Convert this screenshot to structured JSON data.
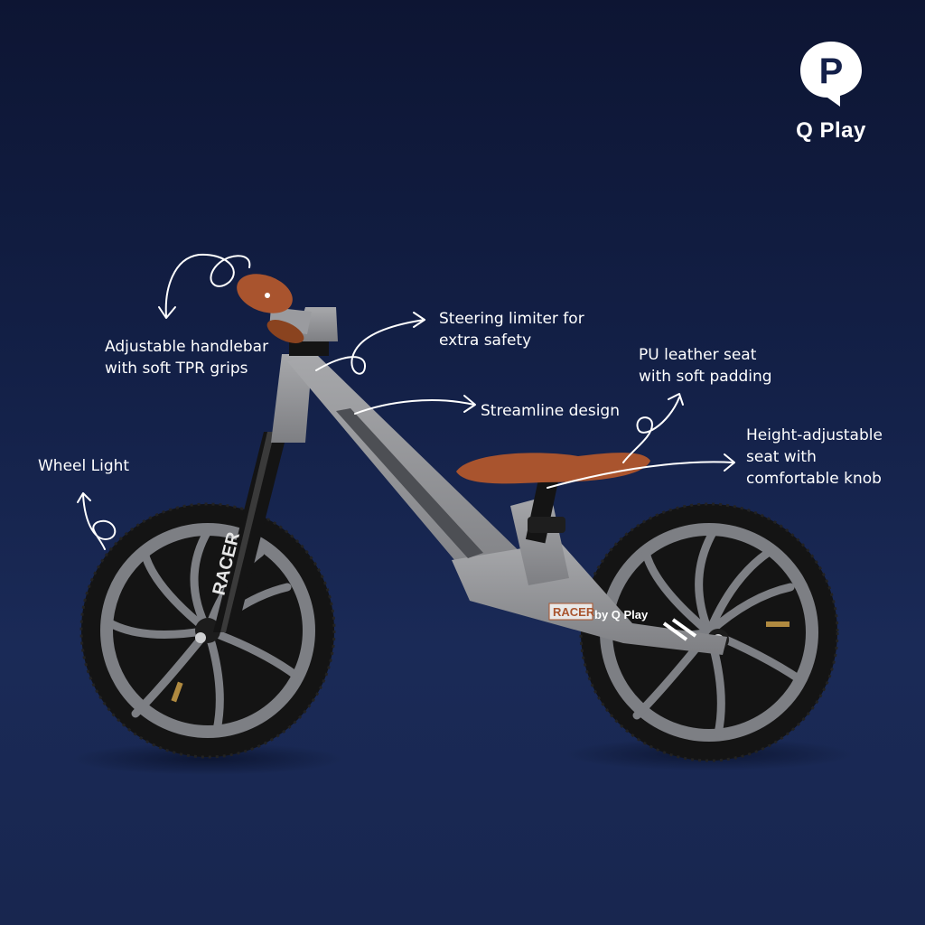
{
  "brand": {
    "logo_letter": "P",
    "name": "Q Play"
  },
  "features": {
    "handlebar": "Adjustable handlebar\nwith soft TPR grips",
    "steering": "Steering limiter for\nextra safety",
    "streamline": "Streamline design",
    "seat_leather": "PU leather seat\nwith soft padding",
    "seat_height": "Height-adjustable\nseat with\ncomfortable knob",
    "wheel_light": "Wheel Light"
  },
  "bike": {
    "fork_label": "RACER",
    "frame_label_racer": "RACER",
    "frame_label_by": "by Q Play",
    "frame_color": "#8e8f92",
    "seat_color": "#a9542e",
    "grip_color": "#a9542e",
    "tire_color": "#151515",
    "rim_color": "#7d7f84"
  }
}
